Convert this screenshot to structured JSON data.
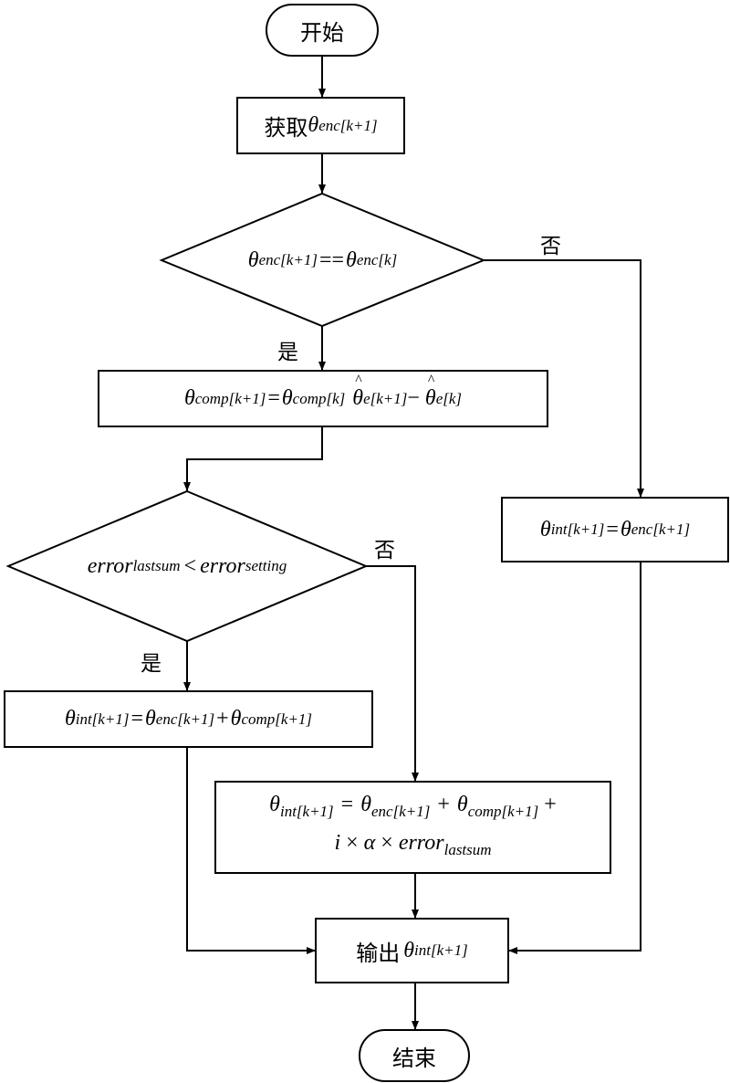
{
  "start": "开始",
  "acquire": {
    "prefix": "获取",
    "theta": "θ",
    "sub": "enc[k+1]"
  },
  "decision1": {
    "t1": "θ",
    "s1": "enc[k+1]",
    "eq": "==",
    "t2": "θ",
    "s2": "enc[k]",
    "no": "否",
    "yes": "是"
  },
  "comp": {
    "t1": "θ",
    "s1": "comp[k+1]",
    "eq": "=",
    "t2": "θ",
    "s2": "comp[k]",
    "t3": "θ",
    "s3": "e[k+1]",
    "minus": "−",
    "t4": "θ",
    "s4": "e[k]"
  },
  "intSimple": {
    "t1": "θ",
    "s1": "int[k+1]",
    "eq": "=",
    "t2": "θ",
    "s2": "enc[k+1]"
  },
  "decision2": {
    "e1": "error",
    "s1": "lastsum",
    "lt": "<",
    "e2": "error",
    "s2": "setting",
    "no": "否",
    "yes": "是"
  },
  "intComp": {
    "t1": "θ",
    "s1": "int[k+1]",
    "eq": "=",
    "t2": "θ",
    "s2": "enc[k+1]",
    "plus": "+",
    "t3": "θ",
    "s3": "comp[k+1]"
  },
  "intFull": {
    "t1": "θ",
    "s1": "int[k+1]",
    "eq": "=",
    "t2": "θ",
    "s2": "enc[k+1]",
    "plus1": "+",
    "t3": "θ",
    "s3": "comp[k+1]",
    "plus2": "+",
    "i": "i",
    "x1": "×",
    "alpha": "α",
    "x2": "×",
    "err": "error",
    "s4": "lastsum"
  },
  "output": {
    "prefix": "输出",
    "theta": "θ",
    "sub": "int[k+1]"
  },
  "end": "结束"
}
